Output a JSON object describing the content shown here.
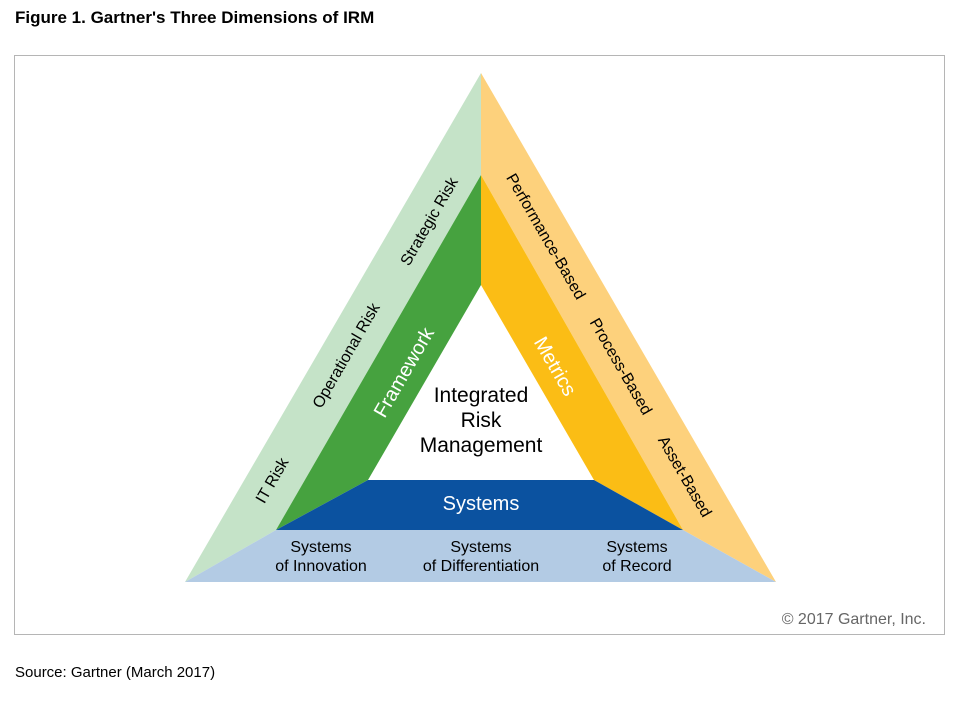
{
  "figure_title": "Figure 1. Gartner's Three Dimensions of IRM",
  "center_label": [
    "Integrated",
    "Risk",
    "Management"
  ],
  "bands": {
    "framework": "Framework",
    "metrics": "Metrics",
    "systems": "Systems"
  },
  "risk_types": {
    "strategic": "Strategic Risk",
    "operational": "Operational Risk",
    "it": "IT Risk"
  },
  "metric_types": {
    "performance": "Performance-Based",
    "process": "Process-Based",
    "asset": "Asset-Based"
  },
  "system_types": {
    "innovation": [
      "Systems",
      "of Innovation"
    ],
    "differentiation": [
      "Systems",
      "of Differentiation"
    ],
    "record": [
      "Systems",
      "of Record"
    ]
  },
  "copyright": "© 2017 Gartner, Inc.",
  "source": "Source: Gartner (March 2017)",
  "colors": {
    "light_green": "#c5e3c8",
    "dark_green": "#46a23f",
    "light_orange": "#fdd17c",
    "dark_orange": "#fbbd15",
    "blue": "#0b52a0",
    "light_blue": "#b3cbe4"
  }
}
